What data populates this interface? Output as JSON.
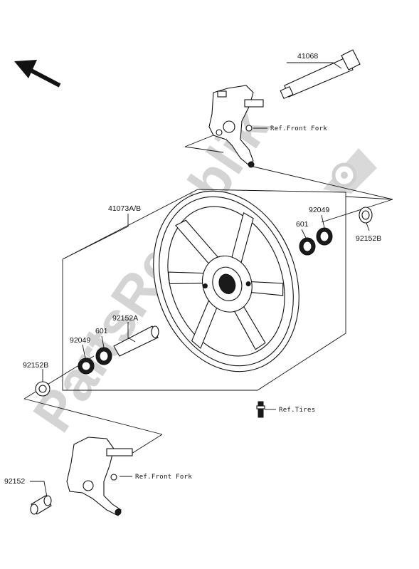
{
  "watermark": {
    "text": "PartsRepublik",
    "logo_icon": "gear-icon",
    "color": "#d4d4d4"
  },
  "orientation_icon": "arrow-up-left-icon",
  "parts": {
    "axle": "41068",
    "wheel": "41073A/B",
    "seal_right": "92049",
    "bearing_right": "601",
    "collar_right": "92152B",
    "spacer": "92152A",
    "seal_left": "92049",
    "bearing_left": "601",
    "collar_left": "92152B",
    "collar_bottom": "92152"
  },
  "references": {
    "front_fork_top": "Ref.Front Fork",
    "tires": "Ref.Tires",
    "front_fork_bottom": "Ref.Front Fork"
  },
  "colors": {
    "ink": "#111111",
    "background": "#ffffff"
  }
}
